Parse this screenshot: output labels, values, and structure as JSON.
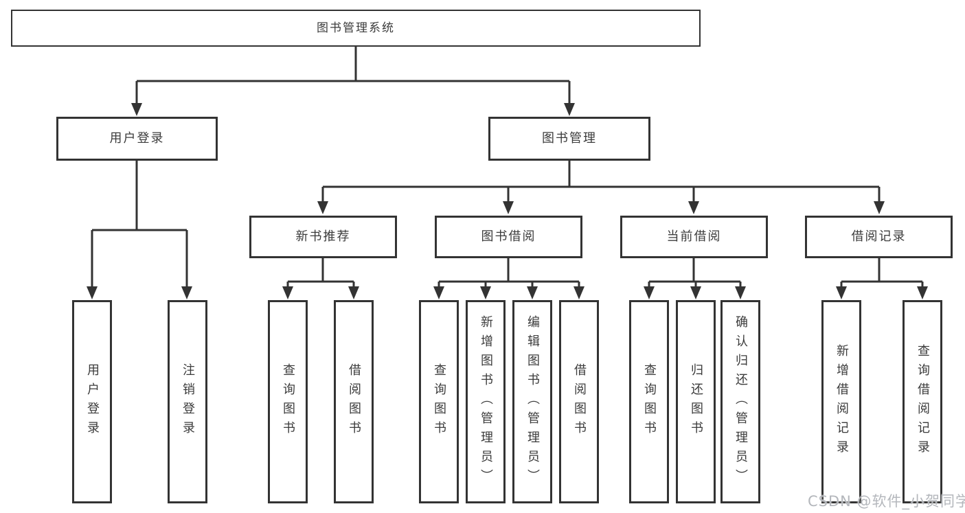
{
  "theme": {
    "line_color": "#333333",
    "text_color": "#3b3b3b",
    "box_fill": "#ffffff",
    "watermark_color": "#b4b7bc"
  },
  "nodes": {
    "root": {
      "label": "图书管理系统"
    },
    "level2": [
      {
        "label": "用户登录"
      },
      {
        "label": "图书管理"
      }
    ],
    "level3": [
      {
        "label": "新书推荐"
      },
      {
        "label": "图书借阅"
      },
      {
        "label": "当前借阅"
      },
      {
        "label": "借阅记录"
      }
    ],
    "leaves": [
      {
        "label": "用户登录"
      },
      {
        "label": "注销登录"
      },
      {
        "label": "查询图书"
      },
      {
        "label": "借阅图书"
      },
      {
        "label": "查询图书"
      },
      {
        "label": "新增图书（管理员）"
      },
      {
        "label": "编辑图书（管理员）"
      },
      {
        "label": "借阅图书"
      },
      {
        "label": "查询图书"
      },
      {
        "label": "归还图书"
      },
      {
        "label": "确认归还（管理员）"
      },
      {
        "label": "新增借阅记录"
      },
      {
        "label": "查询借阅记录"
      }
    ]
  },
  "watermark": {
    "text": "CSDN @软件_小贺同学"
  }
}
